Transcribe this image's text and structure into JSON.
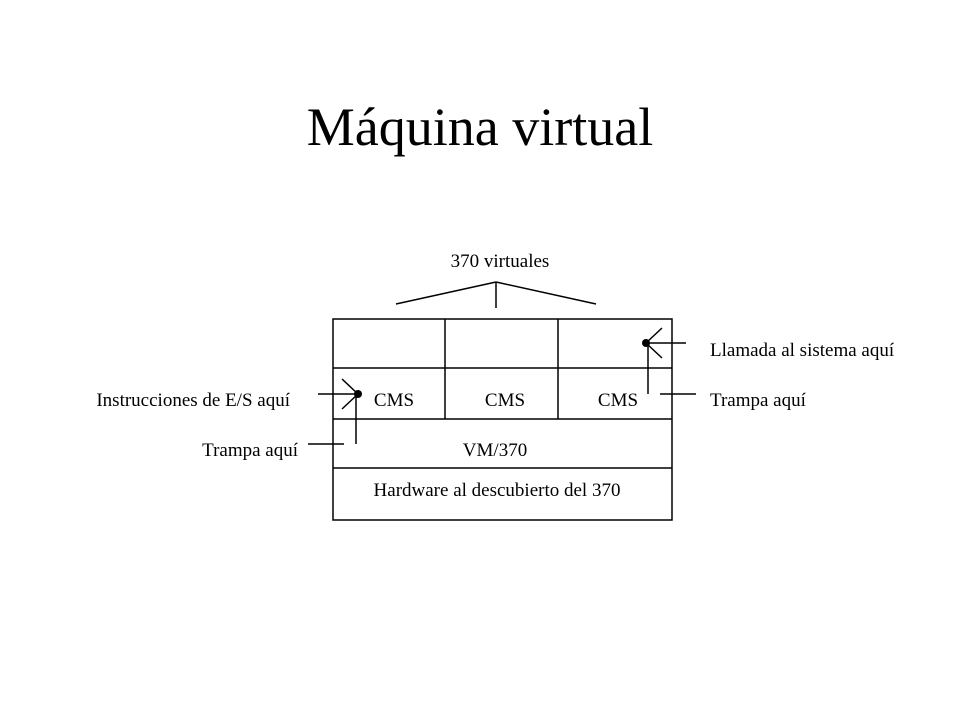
{
  "slide": {
    "title": "Máquina virtual"
  },
  "diagram": {
    "top_label": "370 virtuales",
    "cms_labels": [
      "CMS",
      "CMS",
      "CMS"
    ],
    "vm_label": "VM/370",
    "hardware_label": "Hardware al descubierto del 370",
    "annotations": {
      "syscall": "Llamada al sistema aquí",
      "trap_right": "Trampa aquí",
      "io_instructions": "Instrucciones de E/S aquí",
      "trap_left": "Trampa aquí"
    }
  }
}
